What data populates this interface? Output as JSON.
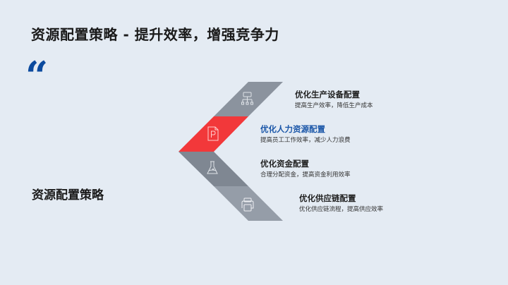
{
  "slide": {
    "title": "资源配置策略 - 提升效率，增强竞争力",
    "quote_mark": "“",
    "subtitle": "资源配置策略"
  },
  "colors": {
    "background": "#e4ebf3",
    "accent_red": "#f2383a",
    "segment_gray": "#8a929d",
    "segment_gray_dark": "#7d8590",
    "segment_gray_light": "#959da8",
    "heading_blue": "#1a56a8",
    "quote_blue": "#0b4a9e"
  },
  "items": [
    {
      "heading": "优化生产设备配置",
      "desc": "提高生产效率，降低生产成本",
      "icon": "hierarchy-icon",
      "active": false
    },
    {
      "heading": "优化人力资源配置",
      "desc": "提高员工工作效率，减少人力浪费",
      "icon": "document-p-icon",
      "active": true
    },
    {
      "heading": "优化资金配置",
      "desc": "合理分配资金，提高资金利用效率",
      "icon": "flask-icon",
      "active": false
    },
    {
      "heading": "优化供应链配置",
      "desc": "优化供应链流程，提高供应效率",
      "icon": "printer-icon",
      "active": false
    }
  ]
}
